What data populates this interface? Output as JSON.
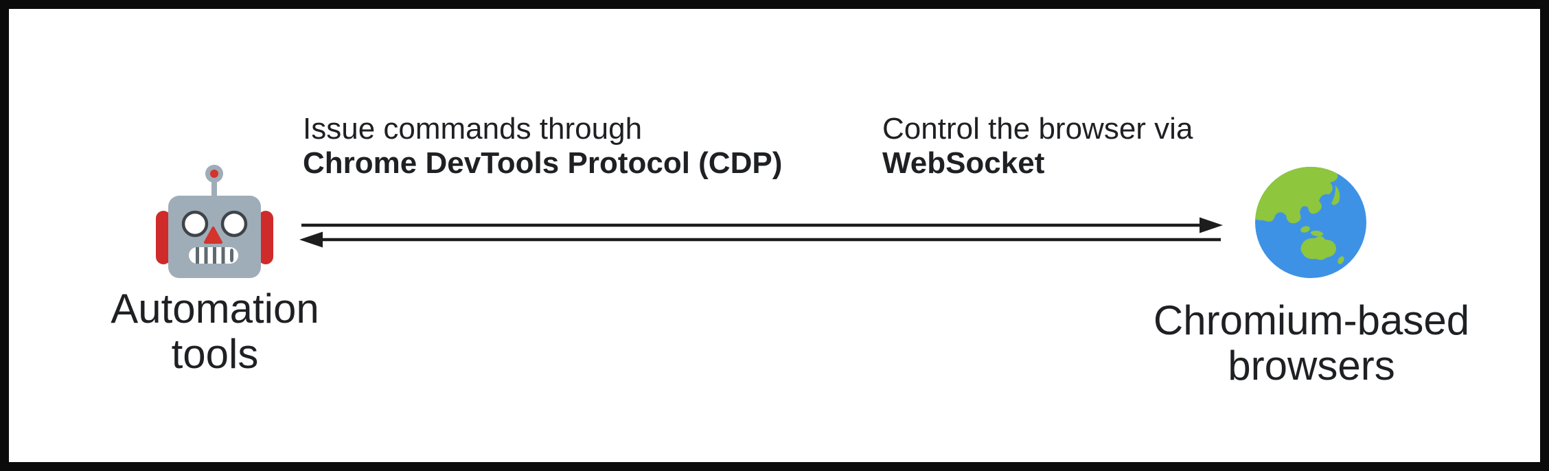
{
  "diagram": {
    "captions": {
      "cdp": {
        "line1": "Issue commands through",
        "line2": "Chrome DevTools Protocol (CDP)"
      },
      "websocket": {
        "line1": "Control the browser via",
        "line2": "WebSocket"
      }
    },
    "nodes": {
      "automation": {
        "line1": "Automation",
        "line2": "tools",
        "icon": "robot-icon"
      },
      "chromium": {
        "line1": "Chromium-based",
        "line2": "browsers",
        "icon": "globe-icon"
      }
    },
    "arrows": [
      {
        "from": "automation-tools",
        "to": "chromium-based-browsers",
        "direction": "right",
        "label": "Issue commands through Chrome DevTools Protocol (CDP)"
      },
      {
        "from": "chromium-based-browsers",
        "to": "automation-tools",
        "direction": "left",
        "label": "Control the browser via WebSocket"
      }
    ],
    "colors": {
      "frame_border": "#0b0b0b",
      "background": "#ffffff",
      "text": "#1f2023",
      "arrow": "#1d1d1d",
      "robot_head": "#9fadb8",
      "robot_ear_red": "#cf2b2b",
      "robot_accent_red": "#d3342c",
      "robot_eye_outline": "#3f4449",
      "globe_ocean_blue": "#3e92e5",
      "globe_land_green": "#8ec63d"
    }
  }
}
